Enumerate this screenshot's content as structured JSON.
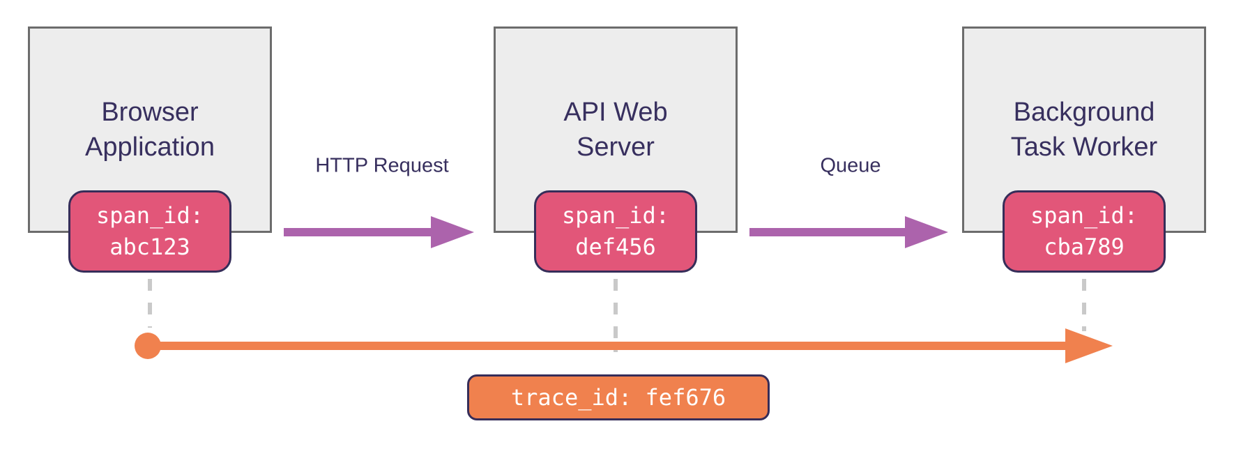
{
  "colors": {
    "box_fill": "#ededed",
    "box_border": "#6c6c6c",
    "title_text": "#372f5e",
    "span_fill": "#e25679",
    "badge_border": "#362d59",
    "arrow_purple": "#ac63ac",
    "trace_orange": "#f0814e",
    "dash_gray": "#c9c9c9",
    "badge_text": "#ffffff"
  },
  "diagram": {
    "nodes": [
      {
        "title": "Browser Application",
        "span_label": "span_id:",
        "span_value": "abc123"
      },
      {
        "title": "API Web Server",
        "span_label": "span_id:",
        "span_value": "def456"
      },
      {
        "title": "Background Task Worker",
        "span_label": "span_id:",
        "span_value": "cba789"
      }
    ],
    "edges": [
      {
        "label": "HTTP Request"
      },
      {
        "label": "Queue"
      }
    ],
    "trace_label": "trace_id: fef676"
  }
}
